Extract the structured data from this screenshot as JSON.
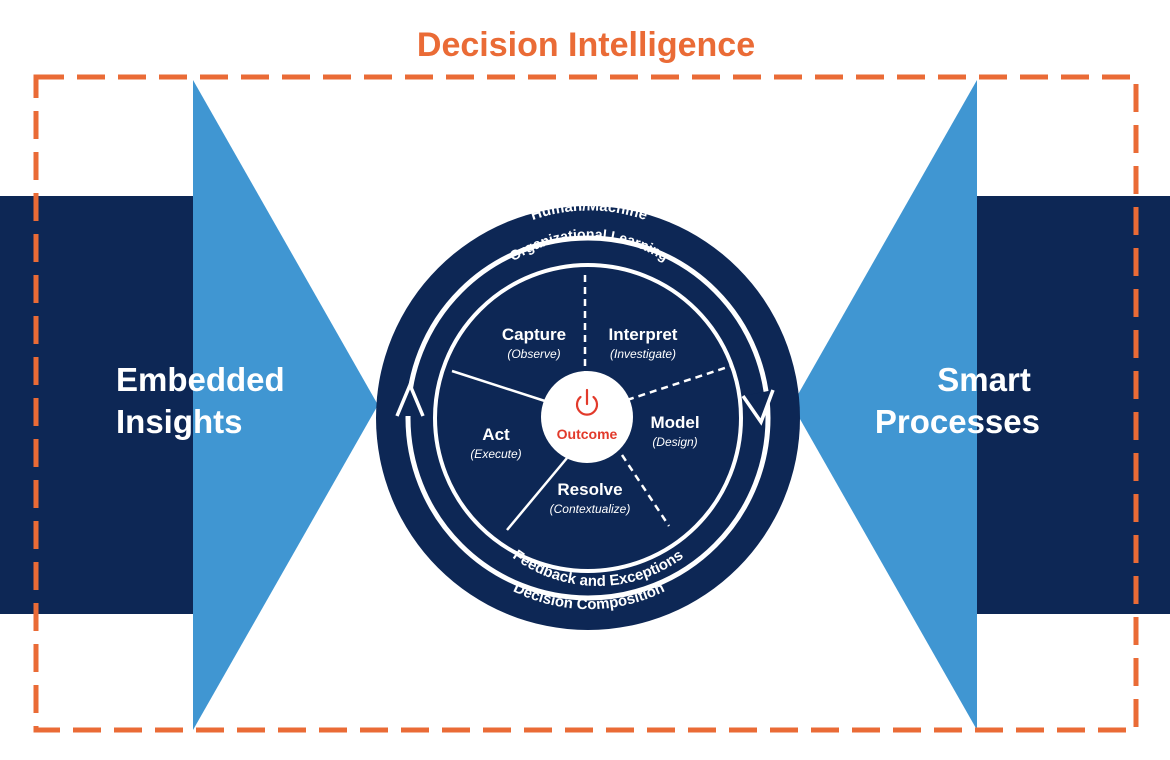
{
  "colors": {
    "navy": "#0d2755",
    "blue": "#4096d2",
    "orange": "#ea6b36",
    "white": "#ffffff",
    "outcome_red": "#e23a2b"
  },
  "title": "Decision Intelligence",
  "left": {
    "line1": "Embedded",
    "line2": "Insights"
  },
  "right": {
    "line1": "Smart",
    "line2": "Processes"
  },
  "wheel": {
    "outer_top": "Human/Machine",
    "inner_top": "Organizational Learning",
    "inner_bottom": "Feedback and Exceptions",
    "outer_bottom": "Decision Composition",
    "center": {
      "icon": "power-icon",
      "label": "Outcome"
    },
    "segments": [
      {
        "key": "capture",
        "label": "Capture",
        "sub": "(Observe)"
      },
      {
        "key": "interpret",
        "label": "Interpret",
        "sub": "(Investigate)"
      },
      {
        "key": "model",
        "label": "Model",
        "sub": "(Design)"
      },
      {
        "key": "resolve",
        "label": "Resolve",
        "sub": "(Contextualize)"
      },
      {
        "key": "act",
        "label": "Act",
        "sub": "(Execute)"
      }
    ]
  }
}
